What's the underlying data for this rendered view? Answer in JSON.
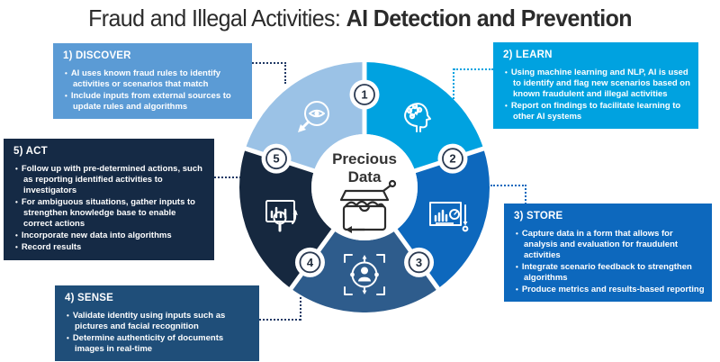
{
  "title": {
    "regular": "Fraud and Illegal Activities: ",
    "bold": "AI Detection and Prevention"
  },
  "center": {
    "label_line1": "Precious",
    "label_line2": "Data",
    "icon": "treasure-chest-icon"
  },
  "segments": [
    {
      "number": "1",
      "name": "DISCOVER",
      "color": "#9BC2E6",
      "icon": "magnifier-eye-icon"
    },
    {
      "number": "2",
      "name": "LEARN",
      "color": "#00A2E0",
      "icon": "head-network-icon"
    },
    {
      "number": "3",
      "name": "STORE",
      "color": "#0D68BD",
      "icon": "report-chart-icon"
    },
    {
      "number": "4",
      "name": "SENSE",
      "color": "#2E5C8C",
      "icon": "person-focus-icon"
    },
    {
      "number": "5",
      "name": "ACT",
      "color": "#16283F",
      "icon": "presentation-analysis-icon"
    }
  ],
  "callouts": [
    {
      "id": "discover",
      "header": "1) DISCOVER",
      "color": "#5B9BD5",
      "bullets": [
        "AI uses known fraud rules to identify activities or scenarios that match",
        "Include inputs from external sources to update rules and algorithms"
      ]
    },
    {
      "id": "learn",
      "header": "2) LEARN",
      "color": "#00A2E0",
      "bullets": [
        "Using machine learning and NLP, AI is used to identify and flag new scenarios based on known fraudulent and illegal activities",
        "Report on findings to facilitate learning to other AI systems"
      ]
    },
    {
      "id": "store",
      "header": "3) STORE",
      "color": "#0D68BD",
      "bullets": [
        "Capture data in a form that allows for analysis and evaluation for fraudulent activities",
        "Integrate scenario feedback to strengthen algorithms",
        "Produce metrics and results-based reporting"
      ]
    },
    {
      "id": "sense",
      "header": "4) SENSE",
      "color": "#1F4E79",
      "bullets": [
        "Validate identity using inputs such as pictures and facial recognition",
        "Determine authenticity of documents images in real-time"
      ]
    },
    {
      "id": "act",
      "header": "5) ACT",
      "color": "#152A45",
      "bullets": [
        "Follow up with pre-determined actions, such as reporting identified activities to investigators",
        "For ambiguous situations, gather inputs to strengthen knowledge base to enable correct actions",
        "Incorporate new data into algorithms",
        "Record results"
      ]
    }
  ],
  "colors": {
    "connector_navy": "#1F3864",
    "connector_cyan": "#00A2E0",
    "connector_blue": "#0D68BD",
    "badge_border": "#2B3A52",
    "badge_text": "#1F2A3A",
    "center_text": "#333333"
  }
}
